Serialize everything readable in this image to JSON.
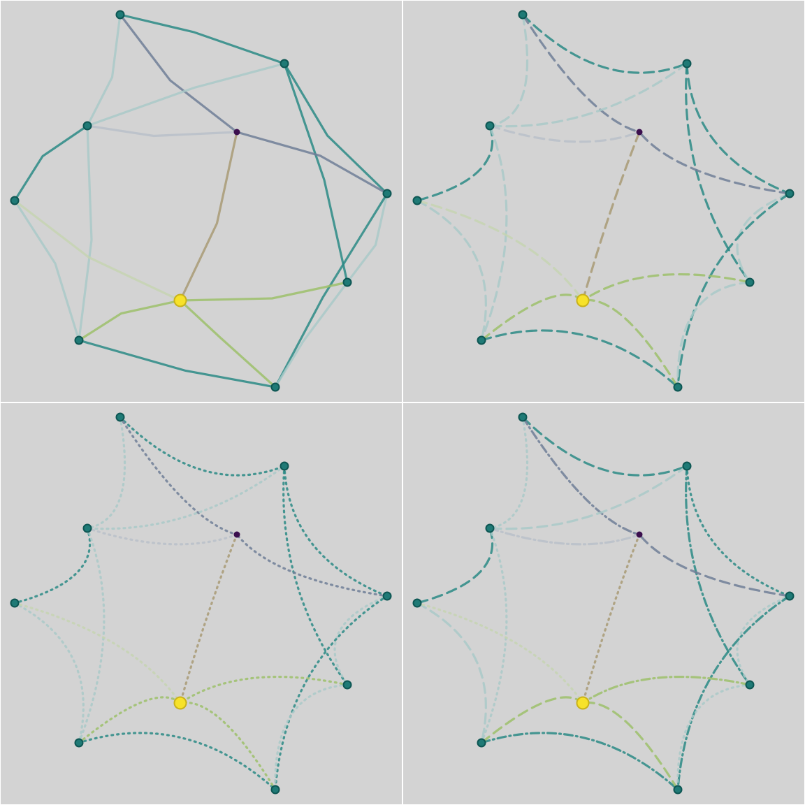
{
  "colors": {
    "background": "#d3d3d3",
    "teal": "#2a8a85",
    "teal_light": "#a9c9c8",
    "teal_pale": "#c0d4d3",
    "slate": "#6e7e96",
    "slate_light": "#b8bfc9",
    "tan": "#a89a74",
    "tan_light": "#c9c4b4",
    "green": "#9cc06a",
    "green_light": "#c6d3b2",
    "node_teal": "#1f7a76",
    "node_teal_edge": "#0d5653",
    "node_yellow": "#f7e22a",
    "node_yellow_edge": "#c9b21a",
    "node_purple": "#3b0f4e"
  },
  "graph": {
    "nodes": [
      {
        "id": "n0",
        "kind": "teal"
      },
      {
        "id": "n1",
        "kind": "teal"
      },
      {
        "id": "n2",
        "kind": "teal"
      },
      {
        "id": "n3",
        "kind": "teal"
      },
      {
        "id": "n4",
        "kind": "teal"
      },
      {
        "id": "n5",
        "kind": "teal"
      },
      {
        "id": "n6",
        "kind": "teal"
      },
      {
        "id": "n7",
        "kind": "teal"
      },
      {
        "id": "n8",
        "kind": "purple"
      },
      {
        "id": "n9",
        "kind": "yellow"
      }
    ],
    "edges": [
      {
        "from": "n0",
        "to": "n1",
        "color": "teal",
        "style": "a"
      },
      {
        "from": "n0",
        "to": "n2",
        "color": "teal_light",
        "style": "a"
      },
      {
        "from": "n0",
        "to": "n8",
        "color": "slate",
        "style": "a"
      },
      {
        "from": "n1",
        "to": "n2",
        "color": "teal_light",
        "style": "a"
      },
      {
        "from": "n1",
        "to": "n5",
        "color": "teal",
        "style": "a"
      },
      {
        "from": "n1",
        "to": "n6",
        "color": "teal",
        "style": "a"
      },
      {
        "from": "n2",
        "to": "n3",
        "color": "teal",
        "style": "a"
      },
      {
        "from": "n2",
        "to": "n4",
        "color": "teal_light",
        "style": "a"
      },
      {
        "from": "n2",
        "to": "n8",
        "color": "slate_light",
        "style": "a"
      },
      {
        "from": "n3",
        "to": "n4",
        "color": "teal_light",
        "style": "a"
      },
      {
        "from": "n3",
        "to": "n9",
        "color": "green_light",
        "style": "a"
      },
      {
        "from": "n4",
        "to": "n7",
        "color": "teal",
        "style": "a"
      },
      {
        "from": "n4",
        "to": "n9",
        "color": "green",
        "style": "a"
      },
      {
        "from": "n5",
        "to": "n6",
        "color": "teal_light",
        "style": "a"
      },
      {
        "from": "n5",
        "to": "n7",
        "color": "teal",
        "style": "a"
      },
      {
        "from": "n5",
        "to": "n8",
        "color": "slate",
        "style": "a"
      },
      {
        "from": "n6",
        "to": "n7",
        "color": "teal_light",
        "style": "a"
      },
      {
        "from": "n6",
        "to": "n9",
        "color": "green",
        "style": "a"
      },
      {
        "from": "n7",
        "to": "n9",
        "color": "green",
        "style": "a"
      },
      {
        "from": "n8",
        "to": "n9",
        "color": "tan",
        "style": "a"
      }
    ]
  },
  "panels": [
    {
      "id": "tl",
      "curved": false,
      "dash": "solid"
    },
    {
      "id": "tr",
      "curved": true,
      "dash": "dashed"
    },
    {
      "id": "bl",
      "curved": true,
      "dash": "dotted"
    },
    {
      "id": "br",
      "curved": true,
      "dash": "mixed"
    }
  ]
}
